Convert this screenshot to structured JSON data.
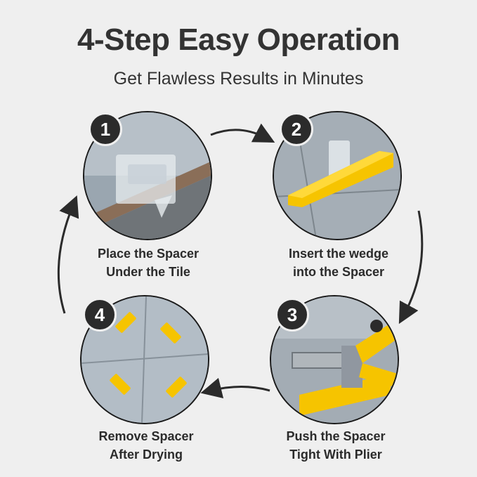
{
  "header": {
    "title": "4-Step Easy Operation",
    "subtitle": "Get Flawless Results in Minutes"
  },
  "steps": [
    {
      "number": "1",
      "line1": "Place the Spacer",
      "line2": "Under the Tile"
    },
    {
      "number": "2",
      "line1": "Insert the wedge",
      "line2": "into the Spacer"
    },
    {
      "number": "3",
      "line1": "Push the Spacer",
      "line2": "Tight With Plier"
    },
    {
      "number": "4",
      "line1": "Remove Spacer",
      "line2": "After Drying"
    }
  ],
  "colors": {
    "background": "#efefef",
    "badge": "#2b2b2b",
    "spacer_yellow": "#f6c400",
    "arrow": "#2b2b2b"
  }
}
